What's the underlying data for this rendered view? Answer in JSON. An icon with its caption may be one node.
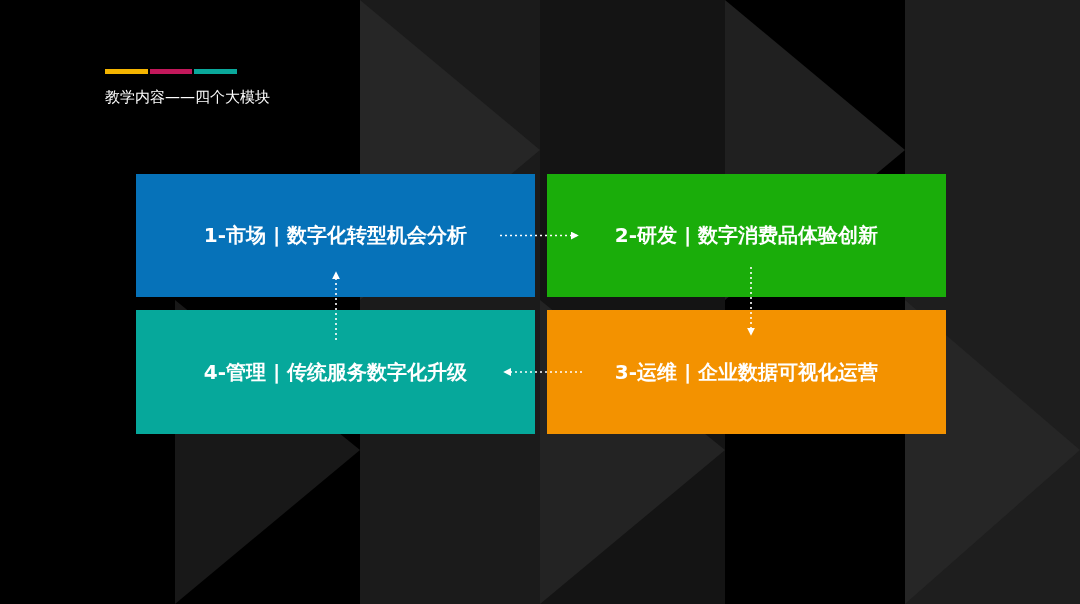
{
  "diagram": {
    "title": "教学内容——四个大模块",
    "nodes": [
      {
        "text": [
          "1-市场 | 数字化转型机会分析"
        ]
      },
      {
        "text": [
          "2-研发 | 数字消费品体验创新"
        ]
      },
      {
        "text": [
          "4-管理 | 传统服务数字化升级"
        ]
      },
      {
        "text": [
          "3-运维 | 企业数据可视化运营"
        ]
      }
    ],
    "edges": [
      {
        "from": 0,
        "to": 1,
        "arrow": "to",
        "style": "dashed"
      },
      {
        "from": 1,
        "to": 3,
        "arrow": "to",
        "style": "dashed"
      },
      {
        "from": 3,
        "to": 2,
        "arrow": "to",
        "style": "dashed"
      },
      {
        "from": 2,
        "to": 0,
        "arrow": "to",
        "style": "dashed"
      }
    ]
  }
}
